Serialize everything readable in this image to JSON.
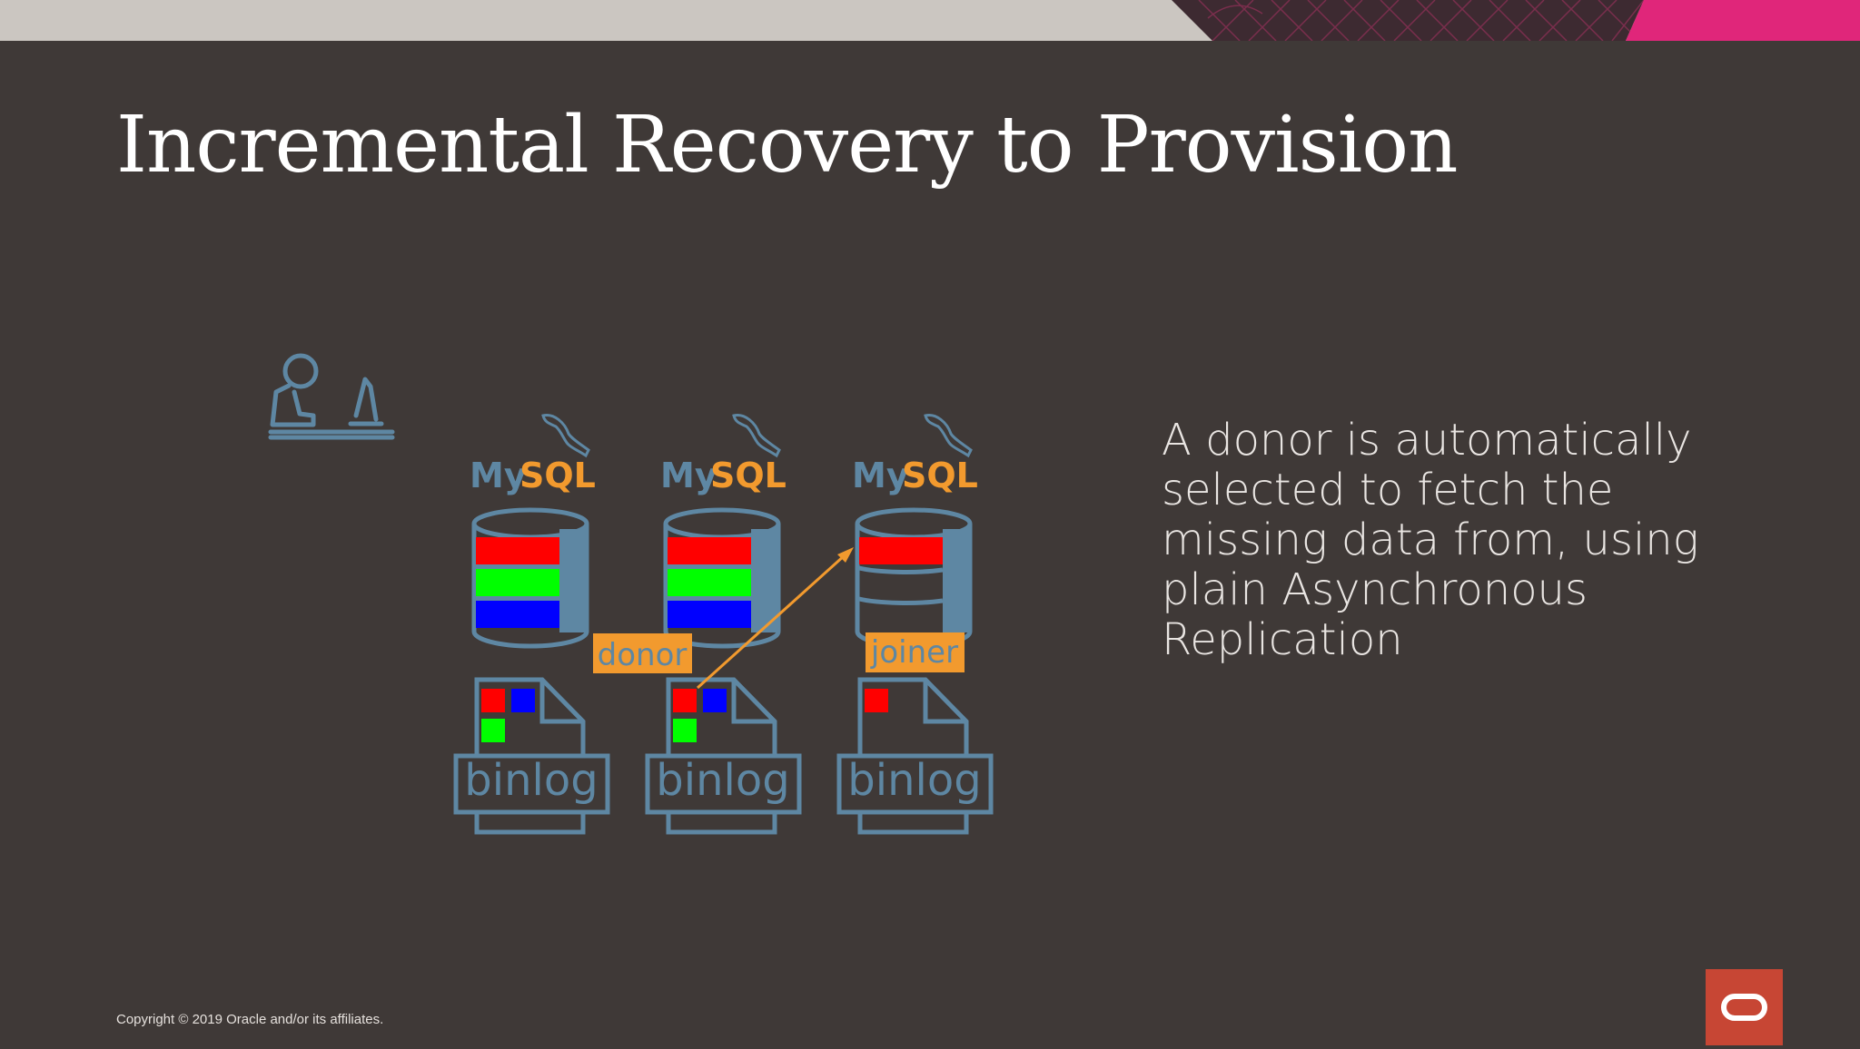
{
  "slide": {
    "title": "Incremental Recovery to Provision",
    "description": "A donor is automatically selected to fetch the missing data from, using plain Asynchronous Replication",
    "copyright": "Copyright © 2019 Oracle and/or its affiliates."
  },
  "diagram": {
    "servers": [
      {
        "logo_my": "My",
        "logo_sql": "SQL",
        "binlog": "binlog"
      },
      {
        "logo_my": "My",
        "logo_sql": "SQL",
        "binlog": "binlog"
      },
      {
        "logo_my": "My",
        "logo_sql": "SQL",
        "binlog": "binlog"
      }
    ],
    "donor_label": "donor",
    "joiner_label": "joiner"
  },
  "colors": {
    "background": "#3f3937",
    "steel": "#5e87a3",
    "orange": "#f29a2e",
    "red": "#ff0000",
    "green": "#00ff00",
    "blue": "#0000ff",
    "oracle_red": "#c74634",
    "accent_pink": "#e0267a"
  },
  "icons": [
    "user-at-desk-icon",
    "mysql-dolphin-icon",
    "database-icon",
    "binlog-file-icon",
    "oracle-logo-icon"
  ]
}
